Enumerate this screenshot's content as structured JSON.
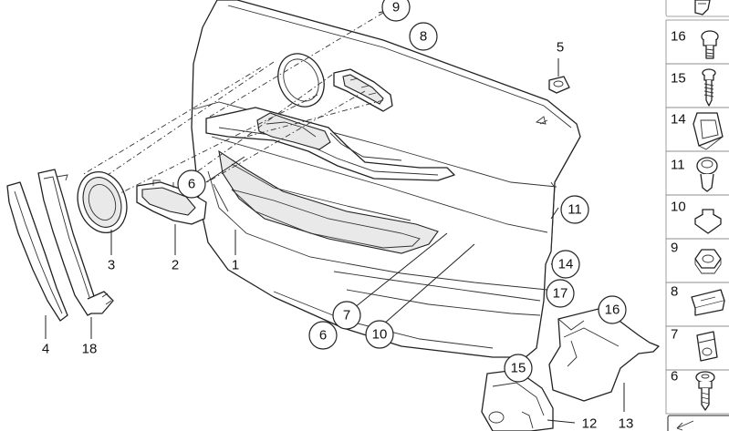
{
  "diagram": {
    "callouts": [
      {
        "id": "c9",
        "text": "9"
      },
      {
        "id": "c8",
        "text": "8"
      },
      {
        "id": "c6a",
        "text": "6"
      },
      {
        "id": "c11",
        "text": "11"
      },
      {
        "id": "c14",
        "text": "14"
      },
      {
        "id": "c17",
        "text": "17"
      },
      {
        "id": "c7",
        "text": "7"
      },
      {
        "id": "c6b",
        "text": "6"
      },
      {
        "id": "c10",
        "text": "10"
      },
      {
        "id": "c16",
        "text": "16"
      },
      {
        "id": "c15",
        "text": "15"
      }
    ],
    "plain_labels": {
      "l5": "5",
      "l3": "3",
      "l2": "2",
      "l1": "1",
      "l4": "4",
      "l18": "18",
      "l12": "12",
      "l13": "13"
    },
    "parts_rail": [
      {
        "text": "16",
        "icon": "screw-icon"
      },
      {
        "text": "15",
        "icon": "screw-icon"
      },
      {
        "text": "14",
        "icon": "clip-icon"
      },
      {
        "text": "11",
        "icon": "expanding-rivet-icon"
      },
      {
        "text": "10",
        "icon": "square-nut-icon"
      },
      {
        "text": "9",
        "icon": "hex-nut-icon"
      },
      {
        "text": "8",
        "icon": "spring-clip-icon"
      },
      {
        "text": "7",
        "icon": "clip-nut-icon"
      },
      {
        "text": "6",
        "icon": "screw-icon"
      }
    ]
  }
}
